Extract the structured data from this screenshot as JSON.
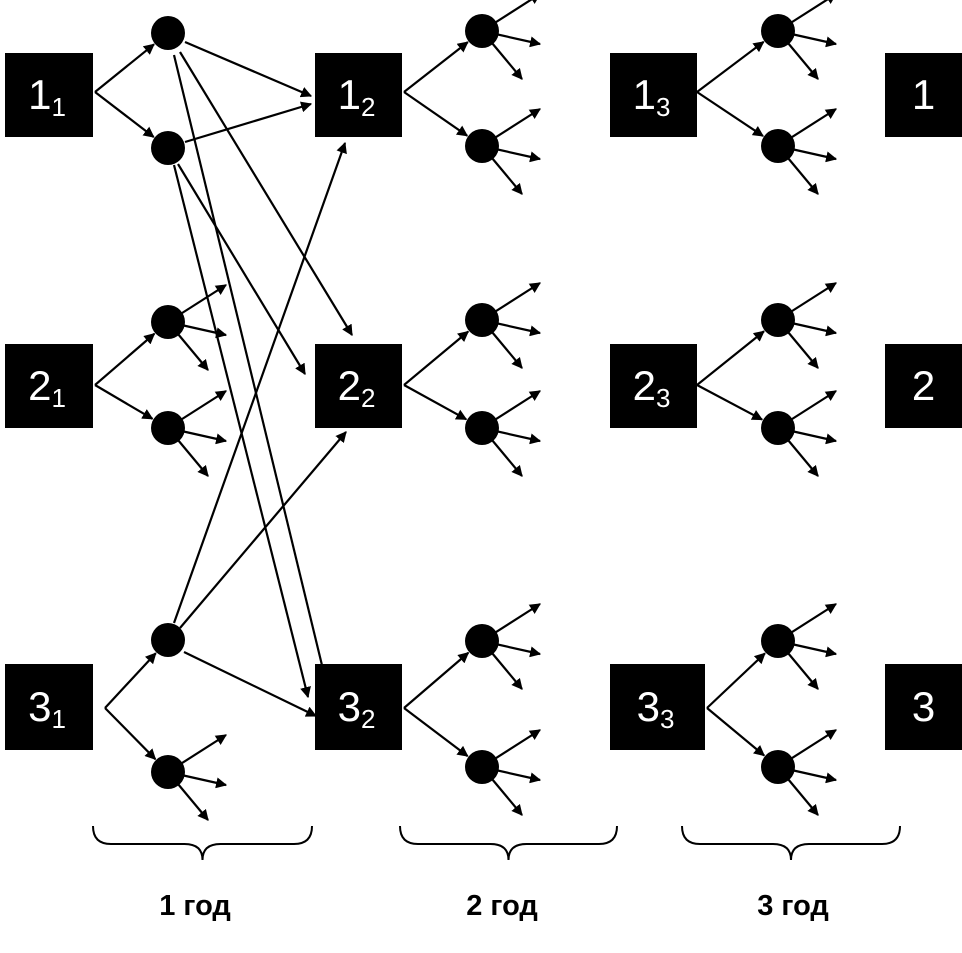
{
  "colors": {
    "box": "#000000",
    "text": "#ffffff",
    "line": "#000000",
    "background": "#ffffff"
  },
  "nodes": {
    "n11": {
      "main": "1",
      "sub": "1"
    },
    "n21": {
      "main": "2",
      "sub": "1"
    },
    "n31": {
      "main": "3",
      "sub": "1"
    },
    "n12": {
      "main": "1",
      "sub": "2"
    },
    "n22": {
      "main": "2",
      "sub": "2"
    },
    "n32": {
      "main": "3",
      "sub": "2"
    },
    "n13": {
      "main": "1",
      "sub": "3"
    },
    "n23": {
      "main": "2",
      "sub": "3"
    },
    "n33": {
      "main": "3",
      "sub": "3"
    },
    "f1": {
      "main": "1",
      "sub": ""
    },
    "f2": {
      "main": "2",
      "sub": ""
    },
    "f3": {
      "main": "3",
      "sub": ""
    }
  },
  "years": [
    "1 год",
    "2 год",
    "3 год"
  ]
}
